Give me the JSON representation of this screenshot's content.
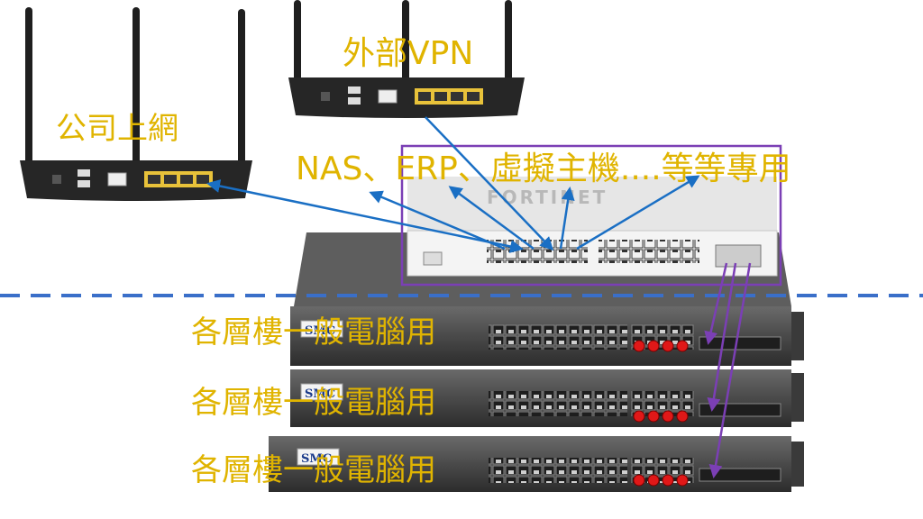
{
  "labels": {
    "external_vpn": "外部VPN",
    "office_internet": "公司上網",
    "core_services": "NAS、ERP、虛擬主機....等等專用",
    "floor_general": "各層樓一般電腦用"
  },
  "devices": {
    "core_switch_brand": "FORTINET",
    "floor_switch_brand": "SMC"
  },
  "colors": {
    "label": "#e0b400",
    "arrow": "#1a6fc4",
    "trunk": "#7b3fb5",
    "divider": "#3a6fc9",
    "highlight_box": "#7b3fb5",
    "port_marker": "#e01818"
  }
}
